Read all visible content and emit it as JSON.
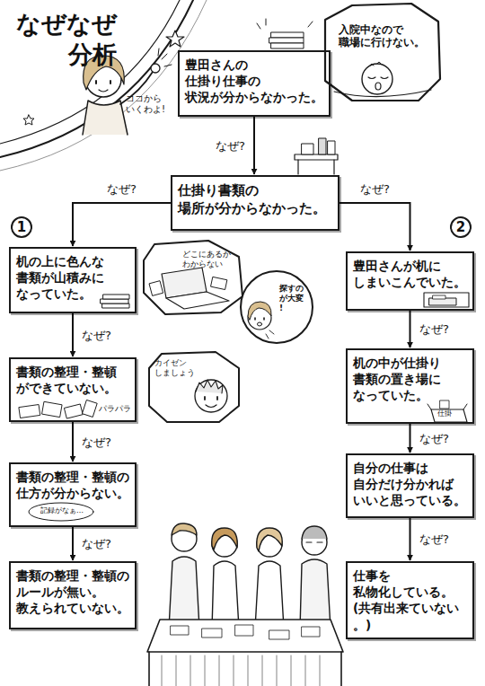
{
  "diagram": {
    "title": "なぜなぜ 分析",
    "nodes": [
      {
        "text": [
          "豊田さんの 仕掛り仕事の 状況が分からなかった。"
        ]
      },
      {
        "text": [
          "仕掛り書類の 場所が分からなかった。"
        ]
      },
      {
        "text": [
          "机の上に色んな 書類が山積みに なっていた。"
        ]
      },
      {
        "text": [
          "書類の整理・整頓 ができていない。"
        ]
      },
      {
        "text": [
          "書類の整理・整頓の 仕方が分からない。"
        ]
      },
      {
        "text": [
          "書類の整理・整頓の ルールが無い。 教えられていない。"
        ]
      },
      {
        "text": [
          "豊田さんが机に しまいこんでいた。"
        ]
      },
      {
        "text": [
          "机の中が仕掛り 書類の置き場に なっていた。"
        ]
      },
      {
        "text": [
          "自分の仕事は 自分だけ分かれば いいと思っている。"
        ]
      },
      {
        "text": [
          "仕事を 私物化している。 (共有出来ていない。)"
        ]
      }
    ],
    "edges": [
      {
        "from": 0,
        "to": 1,
        "arrow": "to",
        "label": "なぜ?"
      },
      {
        "from": 1,
        "to": 2,
        "arrow": "to",
        "label": "なぜ?"
      },
      {
        "from": 1,
        "to": 6,
        "arrow": "to",
        "label": "なぜ?"
      },
      {
        "from": 2,
        "to": 3,
        "arrow": "to",
        "label": "なぜ?"
      },
      {
        "from": 3,
        "to": 4,
        "arrow": "to",
        "label": "なぜ?"
      },
      {
        "from": 4,
        "to": 5,
        "arrow": "to",
        "label": "なぜ?"
      },
      {
        "from": 6,
        "to": 7,
        "arrow": "to",
        "label": "なぜ?"
      },
      {
        "from": 7,
        "to": 8,
        "arrow": "to",
        "label": "なぜ?"
      },
      {
        "from": 8,
        "to": 9,
        "arrow": "to",
        "label": "なぜ?"
      }
    ],
    "labels": [
      "入院中なので 職場に行けない。",
      "ココから いくわよ!",
      "1",
      "2",
      "どこにあるか わからない",
      "探すのが大変!",
      "カイゼン しましょう",
      "パラパラ",
      "仕掛",
      "記録がなぁ…"
    ]
  }
}
